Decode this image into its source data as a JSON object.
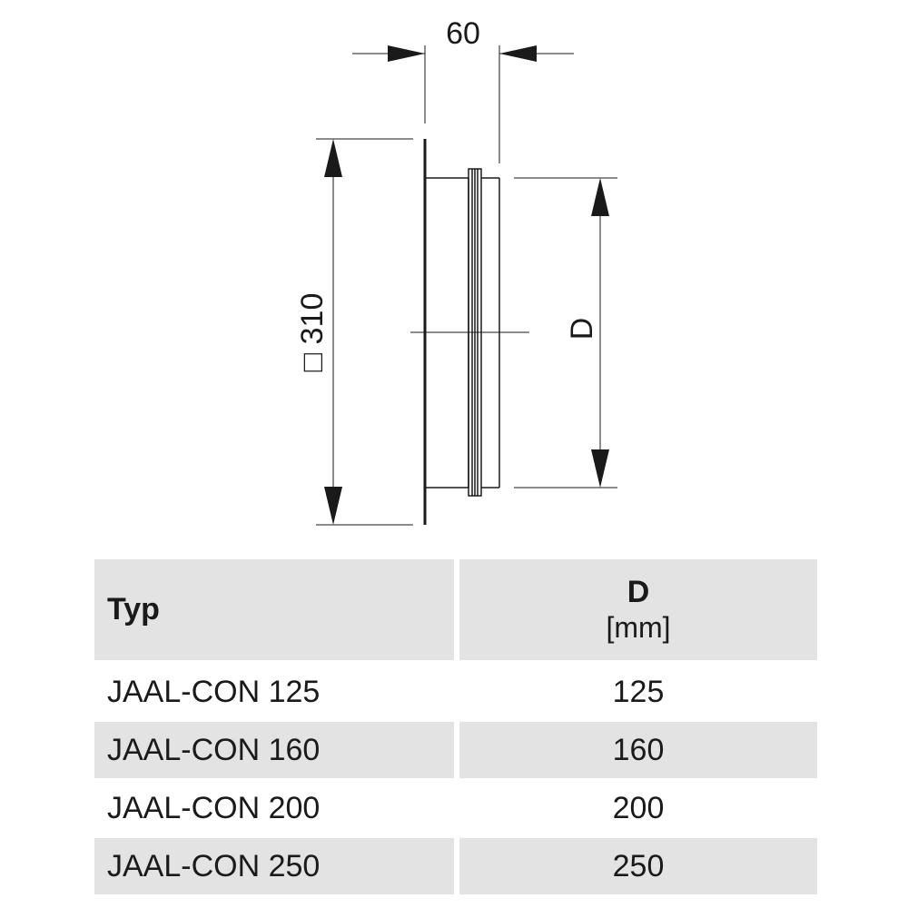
{
  "drawing": {
    "dim_depth": "60",
    "dim_plate": "□ 310",
    "dim_diameter": "D"
  },
  "table": {
    "header_typ": "Typ",
    "header_d": "D",
    "header_d_unit": "[mm]",
    "rows": [
      {
        "typ": "JAAL-CON 125",
        "d": "125"
      },
      {
        "typ": "JAAL-CON 160",
        "d": "160"
      },
      {
        "typ": "JAAL-CON 200",
        "d": "200"
      },
      {
        "typ": "JAAL-CON 250",
        "d": "250"
      }
    ]
  }
}
